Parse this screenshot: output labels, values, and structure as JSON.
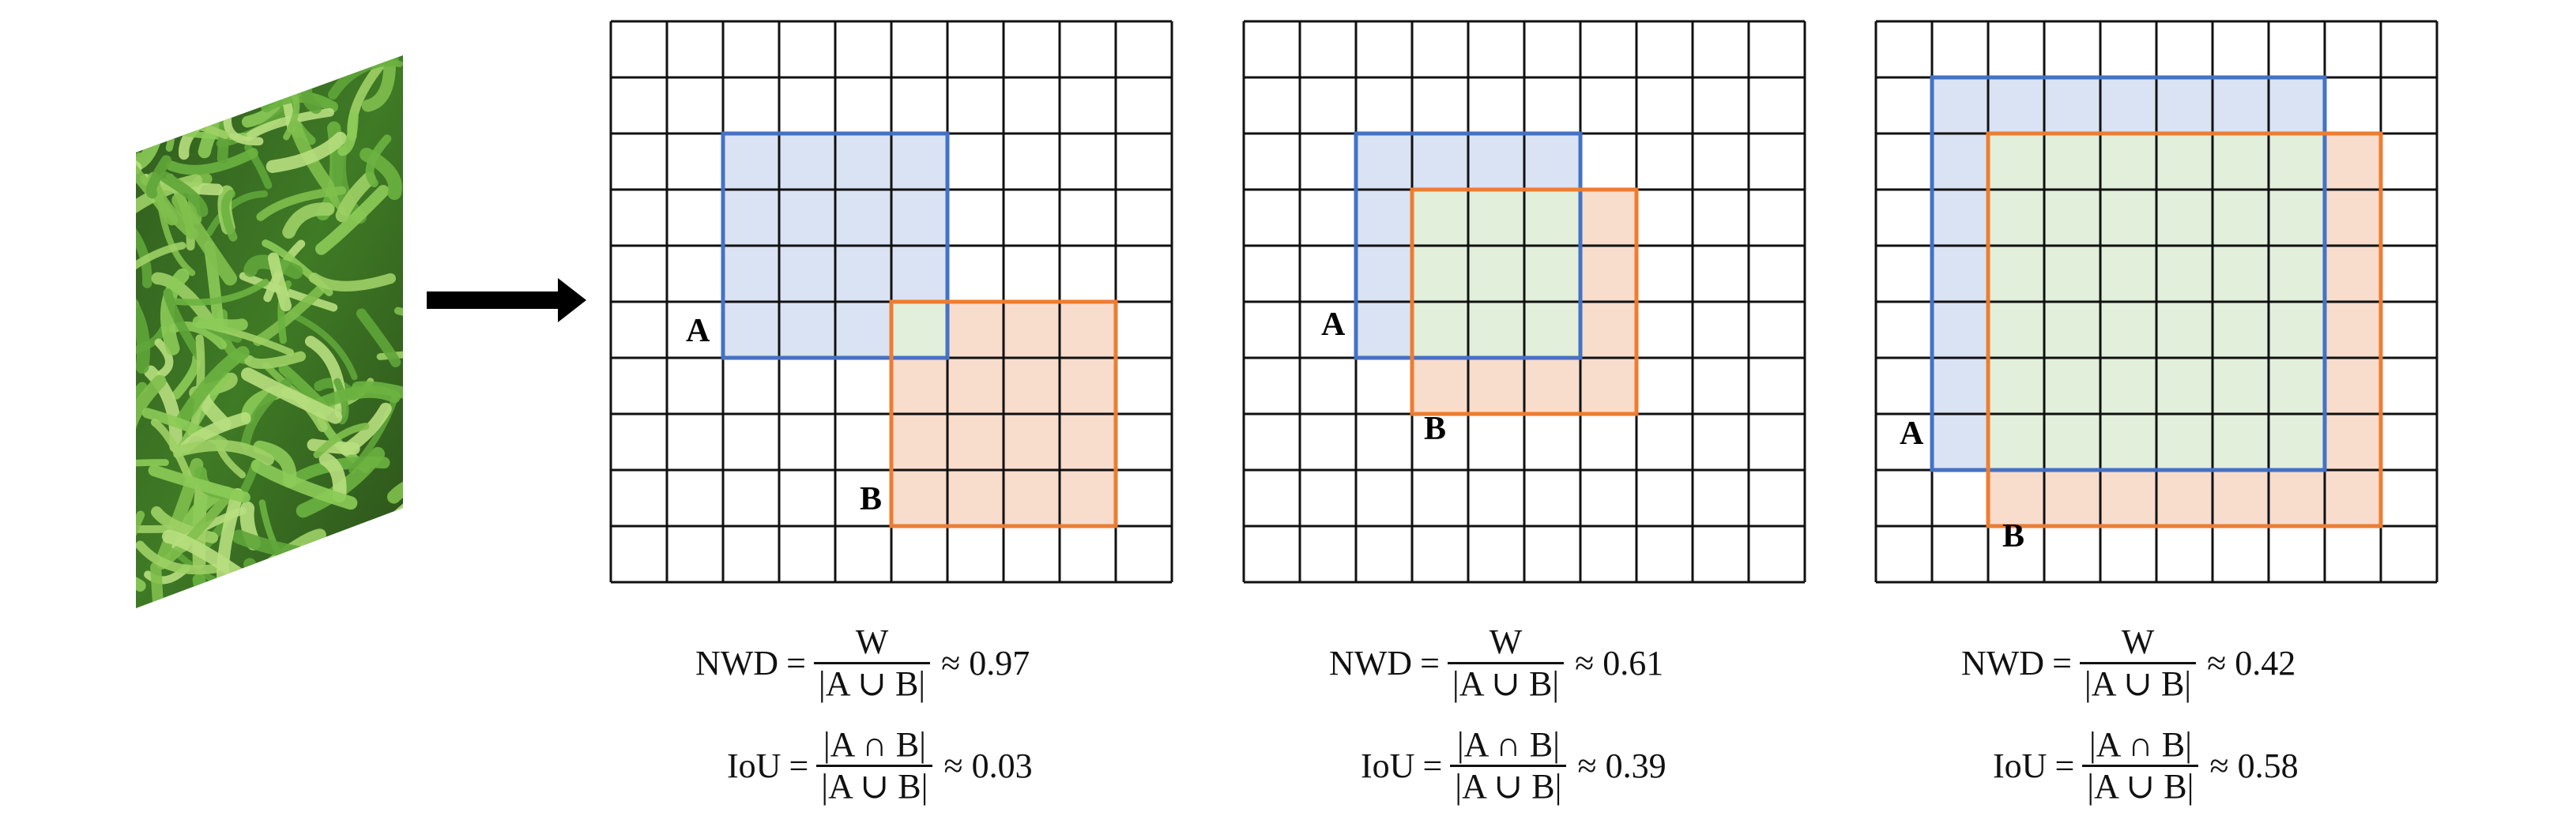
{
  "arrow": "right-arrow",
  "colors": {
    "a_box": "#4472c4",
    "b_box": "#ed7d31",
    "a_fill": "#dae3f3",
    "b_fill": "#f8dccc",
    "overlap_fill": "#e2efda",
    "grid": "#111111"
  },
  "panels": [
    {
      "label_a": "A",
      "label_b": "B",
      "nwd": {
        "name": "NWD",
        "eq": "=",
        "num": "W",
        "den": "|A ∪ B|",
        "approx": "≈ 0.97"
      },
      "iou": {
        "name": "IoU",
        "eq": "=",
        "num": "|A ∩ B|",
        "den": "|A ∪ B|",
        "approx": "≈ 0.03"
      }
    },
    {
      "label_a": "A",
      "label_b": "B",
      "nwd": {
        "name": "NWD",
        "eq": "=",
        "num": "W",
        "den": "|A ∪ B|",
        "approx": "≈ 0.61"
      },
      "iou": {
        "name": "IoU",
        "eq": "=",
        "num": "|A ∩ B|",
        "den": "|A ∪ B|",
        "approx": "≈ 0.39"
      }
    },
    {
      "label_a": "A",
      "label_b": "B",
      "nwd": {
        "name": "NWD",
        "eq": "=",
        "num": "W",
        "den": "|A ∪ B|",
        "approx": "≈ 0.42"
      },
      "iou": {
        "name": "IoU",
        "eq": "=",
        "num": "|A ∩ B|",
        "den": "|A ∪ B|",
        "approx": "≈ 0.58"
      }
    }
  ]
}
